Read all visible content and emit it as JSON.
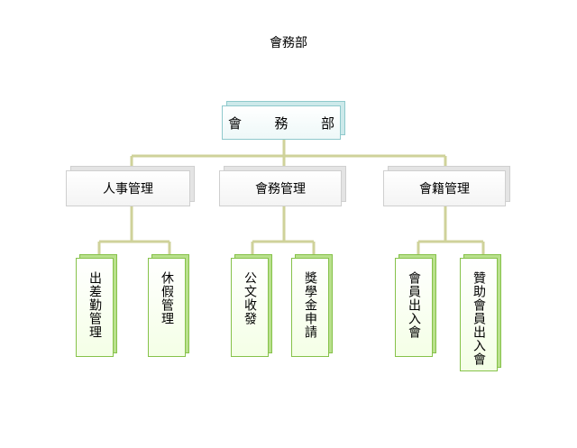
{
  "title": "會務部",
  "root": {
    "chars": [
      "會",
      "務",
      "部"
    ]
  },
  "departments": [
    {
      "label": "人事管理",
      "children": [
        "出差勤管理",
        "休假管理"
      ]
    },
    {
      "label": "會務管理",
      "children": [
        "公文收發",
        "獎學金申請"
      ]
    },
    {
      "label": "會籍管理",
      "children": [
        "會員出入會",
        "贊助會員出入會"
      ]
    }
  ],
  "colors": {
    "connector": "#cfd29a",
    "root_border": "#8fc9cc",
    "leaf_border": "#86c24a",
    "mid_border": "#cfcfcf"
  }
}
